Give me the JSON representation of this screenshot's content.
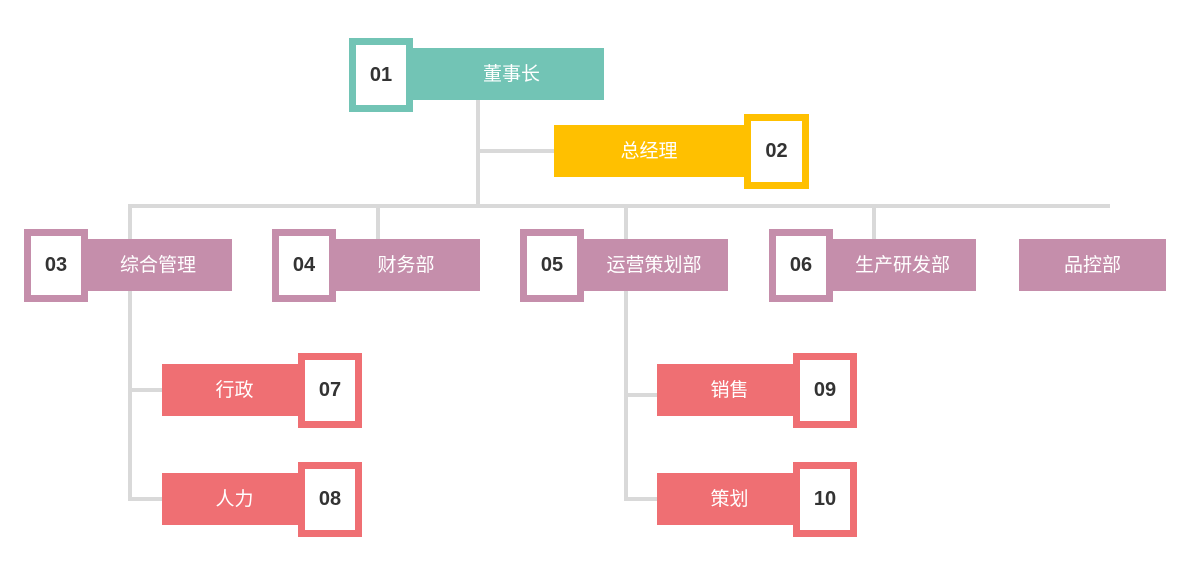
{
  "colors": {
    "teal": "#72c4b5",
    "yellow": "#ffc000",
    "mauve": "#c58eab",
    "coral": "#ef6f73",
    "connector": "#d9d9d9"
  },
  "nodes": [
    {
      "id": "chairman",
      "label": "董事长",
      "number": "01",
      "color": "teal"
    },
    {
      "id": "general-manager",
      "label": "总经理",
      "number": "02",
      "color": "yellow"
    },
    {
      "id": "admin-management",
      "label": "综合管理",
      "number": "03",
      "color": "mauve"
    },
    {
      "id": "finance",
      "label": "财务部",
      "number": "04",
      "color": "mauve"
    },
    {
      "id": "operations-planning",
      "label": "运营策划部",
      "number": "05",
      "color": "mauve"
    },
    {
      "id": "production-rd",
      "label": "生产研发部",
      "number": "06",
      "color": "mauve"
    },
    {
      "id": "quality-control",
      "label": "品控部",
      "number": "",
      "color": "mauve"
    },
    {
      "id": "administration",
      "label": "行政",
      "number": "07",
      "color": "coral"
    },
    {
      "id": "human-resources",
      "label": "人力",
      "number": "08",
      "color": "coral"
    },
    {
      "id": "sales",
      "label": "销售",
      "number": "09",
      "color": "coral"
    },
    {
      "id": "planning",
      "label": "策划",
      "number": "10",
      "color": "coral"
    }
  ]
}
